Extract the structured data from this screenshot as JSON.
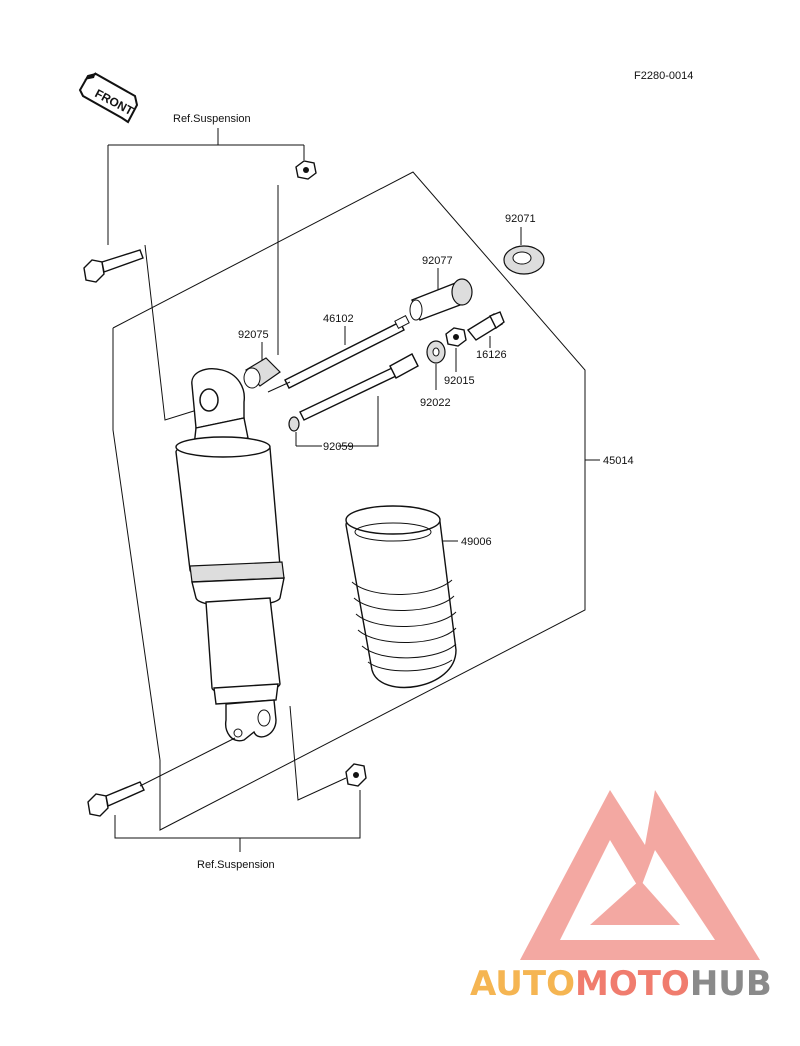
{
  "figure_code": "F2280-0014",
  "front_arrow": {
    "text": "FRONT",
    "icon": "front-arrow-icon"
  },
  "ref_labels": {
    "top": "Ref.Suspension",
    "bottom": "Ref.Suspension"
  },
  "parts": {
    "p92071": "92071",
    "p92077": "92077",
    "p46102": "46102",
    "p92075": "92075",
    "p16126": "16126",
    "p92015": "92015",
    "p92022": "92022",
    "p92059": "92059",
    "p45014": "45014",
    "p49006": "49006"
  },
  "watermark": {
    "word_part1": "AUTO",
    "word_part2": "MOTO",
    "word_part3": "HUB",
    "colors": {
      "orange": "#f5b552",
      "red": "#f07c6e",
      "gray": "#8a8a8a",
      "logo": "#f29a92"
    }
  }
}
